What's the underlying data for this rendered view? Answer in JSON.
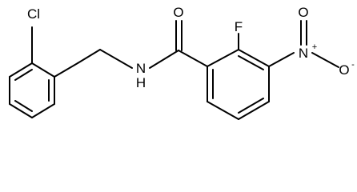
{
  "molecule": {
    "atoms": {
      "chlorine": "Cl",
      "amide_nitrogen": "N",
      "amide_hydrogen": "H",
      "carbonyl_oxygen": "O",
      "fluorine": "F",
      "nitro_nitrogen": "N",
      "nitro_nitrogen_charge": "+",
      "nitro_oxygen_single": "O",
      "nitro_oxygen_single_charge": "-",
      "nitro_oxygen_double": "O"
    }
  }
}
